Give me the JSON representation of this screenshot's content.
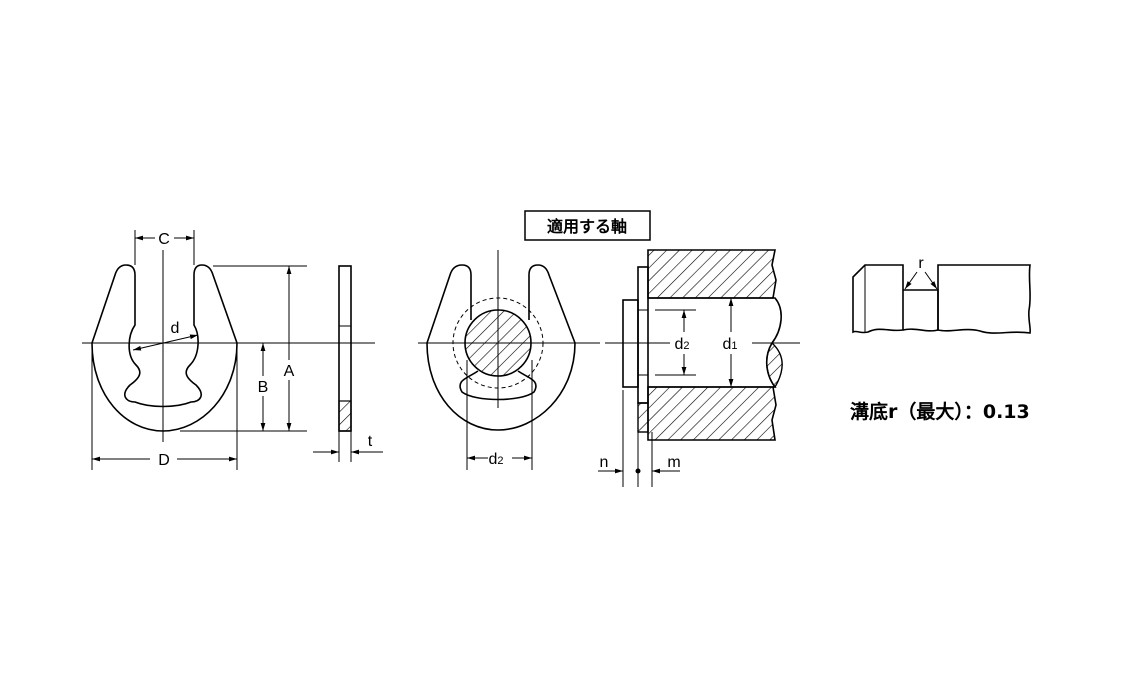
{
  "title_box": "適用する軸",
  "clip_view": {
    "C": "C",
    "d": "d",
    "A": "A",
    "B": "B",
    "D": "D",
    "t": "t"
  },
  "shaft_view": {
    "d2": "d",
    "d2_sub": "2"
  },
  "section_view": {
    "d2": "d",
    "d2_sub": "2",
    "d1": "d",
    "d1_sub": "1",
    "n": "n",
    "m": "m"
  },
  "groove_view": {
    "r": "r",
    "note": "溝底r（最大）：0.13"
  },
  "colors": {
    "line": "#000000",
    "background": "#ffffff"
  }
}
